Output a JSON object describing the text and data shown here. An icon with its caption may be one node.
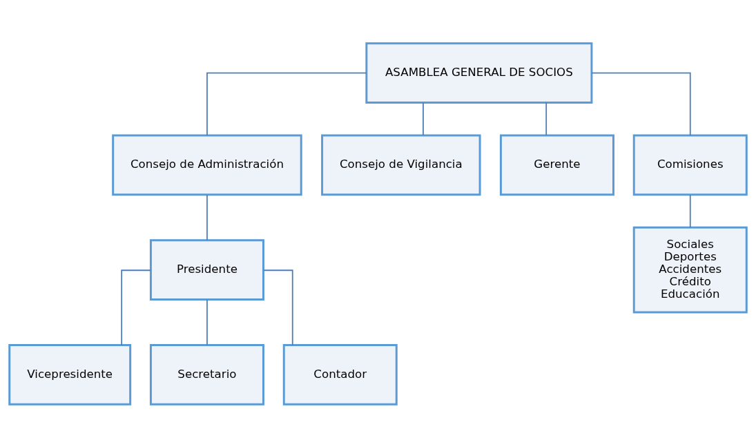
{
  "diagram": {
    "nodes": [
      {
        "text": [
          "ASAMBLEA GENERAL DE SOCIOS"
        ]
      },
      {
        "text": [
          "Consejo de Administración"
        ]
      },
      {
        "text": [
          "Consejo de Vigilancia"
        ]
      },
      {
        "text": [
          "Gerente"
        ]
      },
      {
        "text": [
          "Comisiones"
        ]
      },
      {
        "text": [
          "Presidente"
        ]
      },
      {
        "text": [
          "Sociales",
          "Deportes",
          "Accidentes",
          "Crédito",
          "Educación"
        ]
      },
      {
        "text": [
          "Vicepresidente"
        ]
      },
      {
        "text": [
          "Secretario"
        ]
      },
      {
        "text": [
          "Contador"
        ]
      }
    ],
    "edges": [
      {
        "from": 0,
        "to": 1,
        "arrow": "none"
      },
      {
        "from": 0,
        "to": 2,
        "arrow": "none"
      },
      {
        "from": 0,
        "to": 3,
        "arrow": "none"
      },
      {
        "from": 0,
        "to": 4,
        "arrow": "none"
      },
      {
        "from": 1,
        "to": 5,
        "arrow": "none"
      },
      {
        "from": 4,
        "to": 6,
        "arrow": "none"
      },
      {
        "from": 5,
        "to": 7,
        "arrow": "none"
      },
      {
        "from": 5,
        "to": 8,
        "arrow": "none"
      },
      {
        "from": 5,
        "to": 9,
        "arrow": "none"
      }
    ]
  }
}
